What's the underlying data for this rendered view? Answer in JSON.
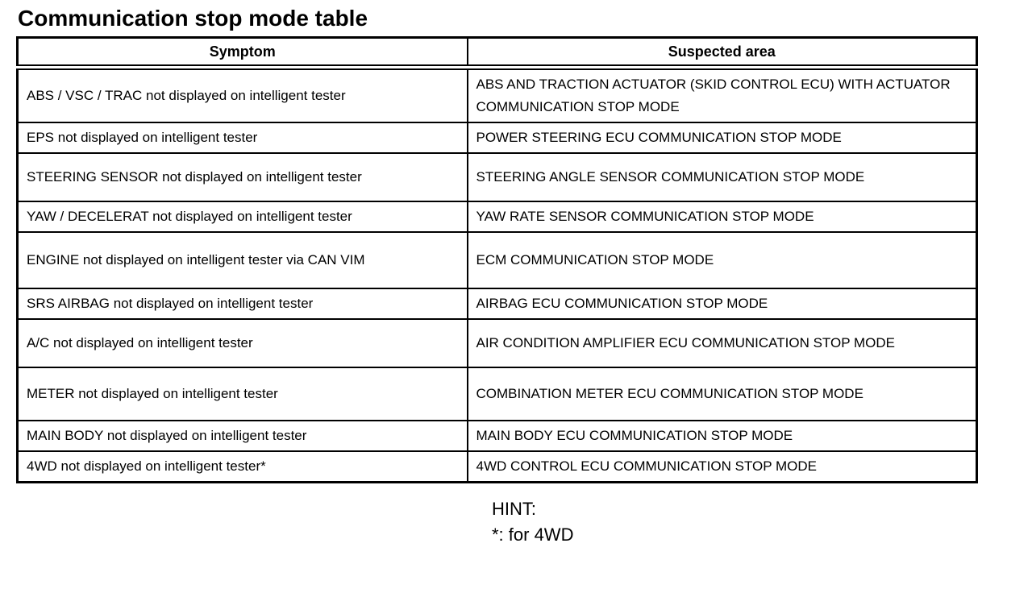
{
  "title": "Communication stop mode table",
  "table": {
    "headers": [
      "Symptom",
      "Suspected area"
    ],
    "rows": [
      {
        "symptom": "ABS / VSC / TRAC not displayed on intelligent tester",
        "suspected_area": "ABS AND TRACTION ACTUATOR (SKID CONTROL ECU) WITH ACTUATOR COMMUNICATION STOP MODE"
      },
      {
        "symptom": "EPS not displayed on intelligent tester",
        "suspected_area": "POWER STEERING ECU COMMUNICATION STOP MODE"
      },
      {
        "symptom": "STEERING SENSOR not displayed on intelligent tester",
        "suspected_area": "STEERING ANGLE SENSOR COMMUNICATION STOP MODE"
      },
      {
        "symptom": "YAW / DECELERAT not displayed on intelligent tester",
        "suspected_area": "YAW RATE SENSOR COMMUNICATION STOP MODE"
      },
      {
        "symptom": "ENGINE not displayed on intelligent tester via CAN VIM",
        "suspected_area": "ECM COMMUNICATION STOP MODE"
      },
      {
        "symptom": "SRS AIRBAG not displayed on intelligent tester",
        "suspected_area": "AIRBAG ECU COMMUNICATION STOP MODE"
      },
      {
        "symptom": "A/C not displayed on intelligent tester",
        "suspected_area": "AIR CONDITION AMPLIFIER ECU COMMUNICATION STOP MODE"
      },
      {
        "symptom": "METER not displayed on intelligent tester",
        "suspected_area": "COMBINATION METER ECU COMMUNICATION STOP MODE"
      },
      {
        "symptom": "MAIN BODY not displayed on intelligent tester",
        "suspected_area": "MAIN BODY ECU COMMUNICATION STOP MODE"
      },
      {
        "symptom": "4WD not displayed on intelligent tester*",
        "suspected_area": "4WD CONTROL ECU COMMUNICATION STOP MODE"
      }
    ]
  },
  "hint": {
    "label": "HINT:",
    "note": "*: for 4WD"
  },
  "colors": {
    "text": "#000000",
    "background": "#ffffff",
    "border": "#000000"
  }
}
